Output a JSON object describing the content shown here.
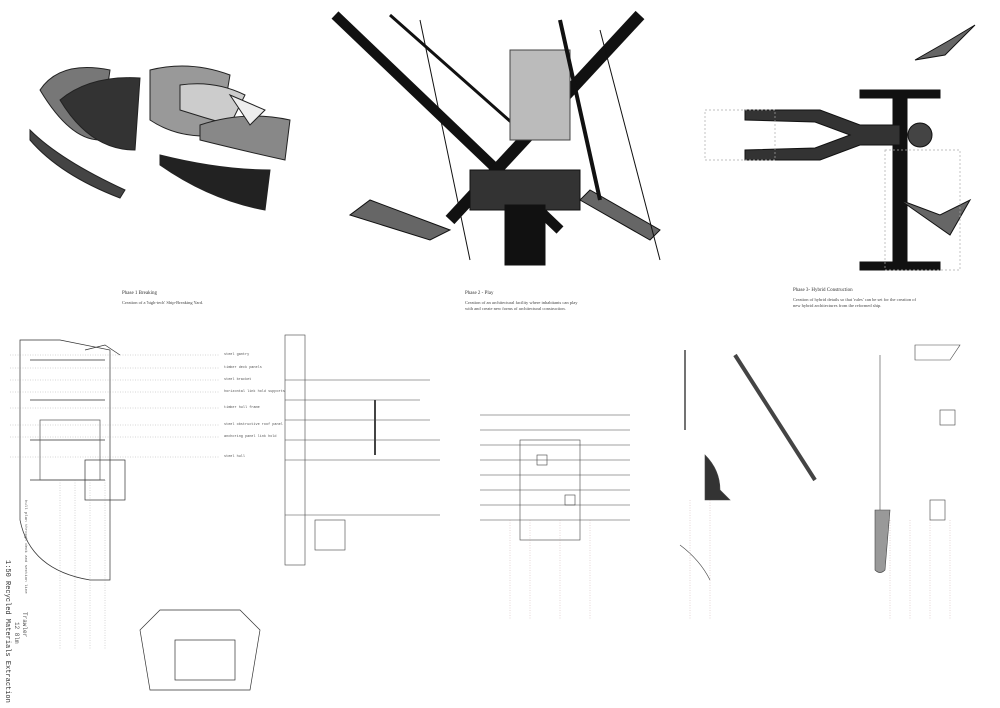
{
  "phases": [
    {
      "title": "Phase 1 Breaking",
      "text": "Creation of a 'high-tech' Ship-Breaking Yard."
    },
    {
      "title": "Phase 2 - Play",
      "text": "Creation of an architectural facility where inhabitants can play with and create new forms of architectural construction."
    },
    {
      "title": "Phase 3- Hybrid Construction",
      "text": "Creation of hybrid details so that 'rules' can be set for the creation of new hybrid architectures from the reformed ship."
    }
  ],
  "ship_labels": [
    "steel gantry",
    "timber deck panels",
    "steel bracket",
    "horizontal link hold supports",
    "timber hull frame",
    "steel obstructive roof panel",
    "anchoring panel link hold",
    "steel hull"
  ],
  "sheet_titles": [
    "Trawler",
    "12 8lm",
    "1:50 Recycled Materials Extraction",
    "hull plan through deck and section line"
  ]
}
